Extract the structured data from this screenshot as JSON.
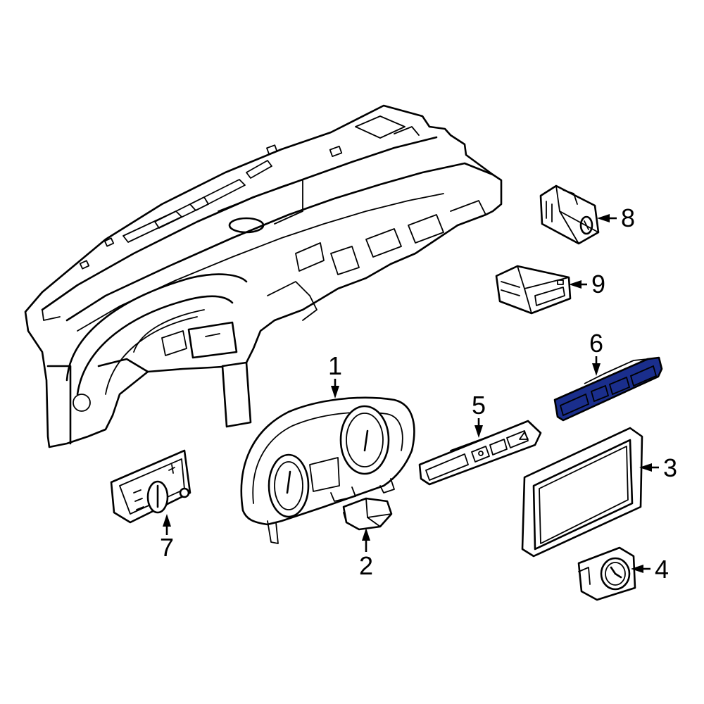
{
  "colors": {
    "line": "#000000",
    "background": "#ffffff",
    "highlight": "#1a2e8c"
  },
  "highlighted_callout": "6",
  "callouts": [
    {
      "id": "1",
      "label": "1"
    },
    {
      "id": "2",
      "label": "2"
    },
    {
      "id": "3",
      "label": "3"
    },
    {
      "id": "4",
      "label": "4"
    },
    {
      "id": "5",
      "label": "5"
    },
    {
      "id": "6",
      "label": "6"
    },
    {
      "id": "7",
      "label": "7"
    },
    {
      "id": "8",
      "label": "8"
    },
    {
      "id": "9",
      "label": "9"
    }
  ]
}
